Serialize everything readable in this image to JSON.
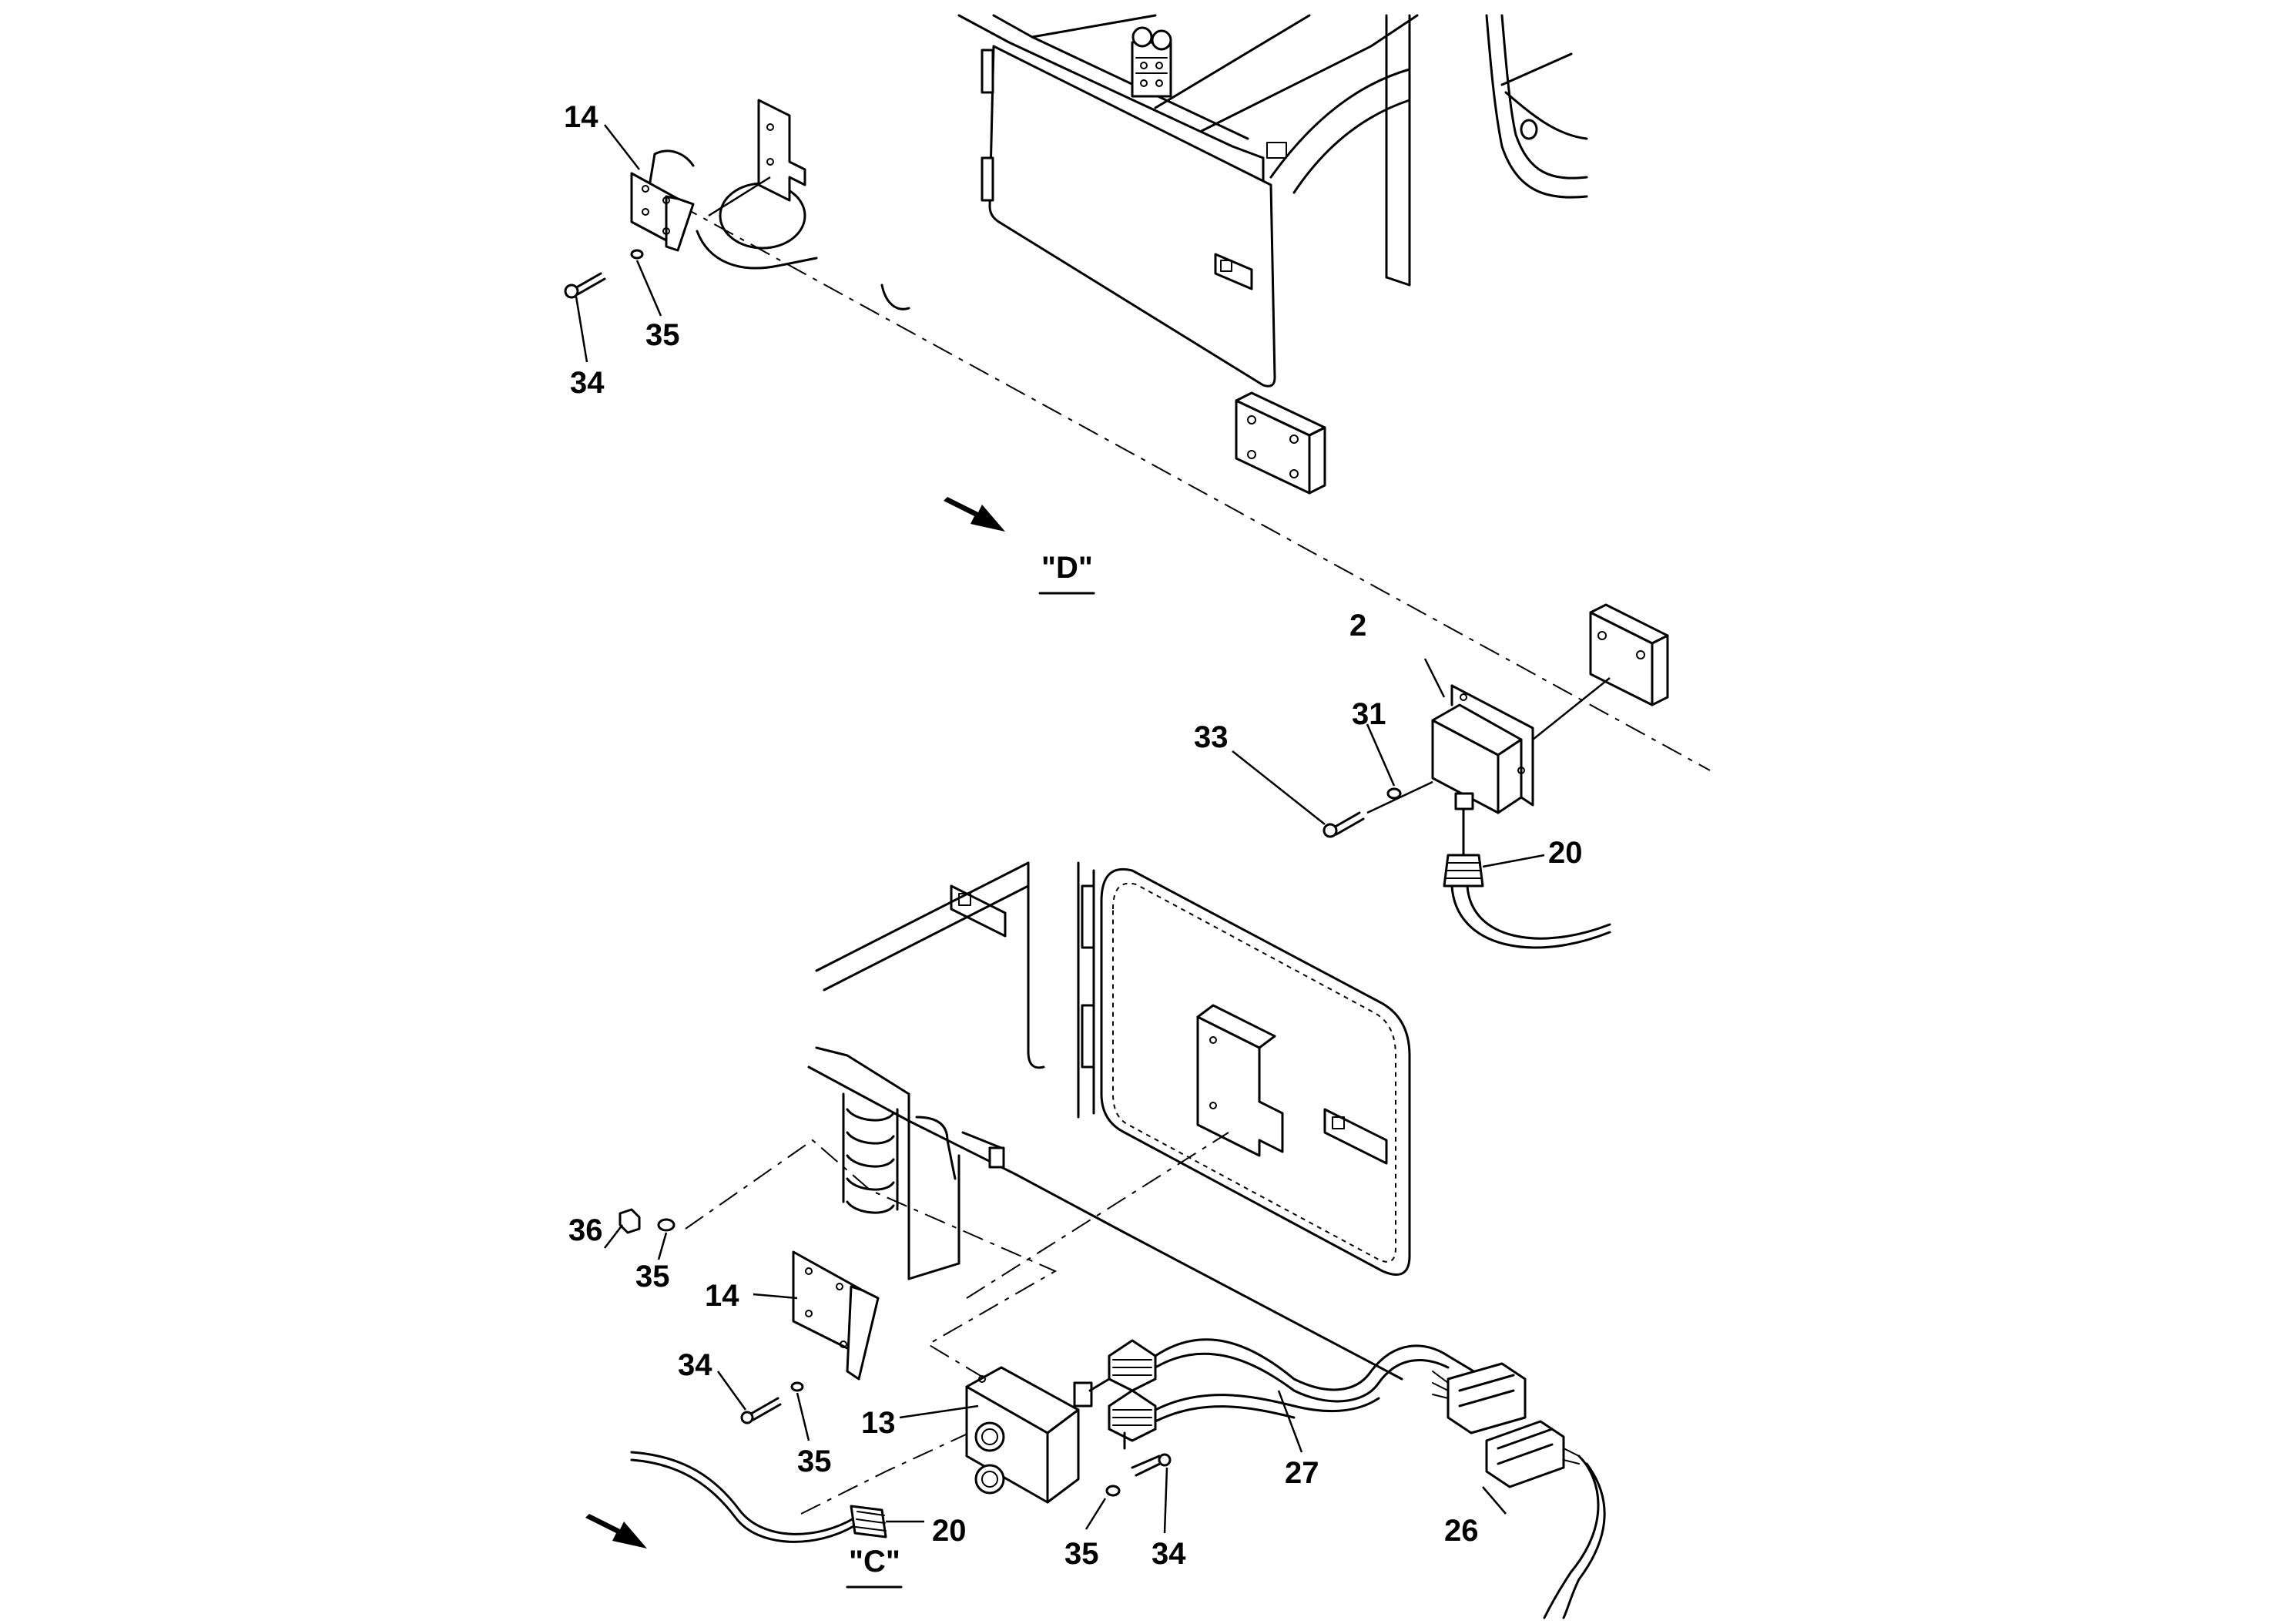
{
  "callouts": [
    {
      "id": "c14a",
      "text": "14"
    },
    {
      "id": "c35a",
      "text": "35"
    },
    {
      "id": "c34a",
      "text": "34"
    },
    {
      "id": "c2",
      "text": "2"
    },
    {
      "id": "c31",
      "text": "31"
    },
    {
      "id": "c33",
      "text": "33"
    },
    {
      "id": "c20a",
      "text": "20"
    },
    {
      "id": "c36",
      "text": "36"
    },
    {
      "id": "c35b",
      "text": "35"
    },
    {
      "id": "c14b",
      "text": "14"
    },
    {
      "id": "c34b",
      "text": "34"
    },
    {
      "id": "c35c",
      "text": "35"
    },
    {
      "id": "c13",
      "text": "13"
    },
    {
      "id": "c20b",
      "text": "20"
    },
    {
      "id": "c35d",
      "text": "35"
    },
    {
      "id": "c34c",
      "text": "34"
    },
    {
      "id": "c27",
      "text": "27"
    },
    {
      "id": "c26",
      "text": "26"
    }
  ],
  "views": {
    "d": "\"D\"",
    "c": "\"C\""
  },
  "icons": [
    "direction-arrow-icon"
  ]
}
